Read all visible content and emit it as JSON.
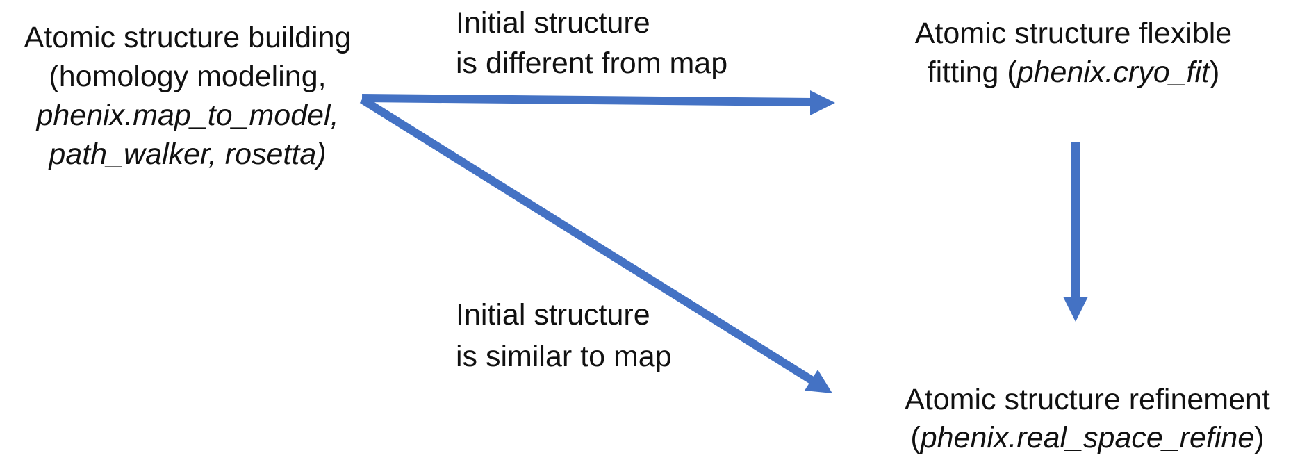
{
  "colors": {
    "arrow": "#4472C4",
    "text": "#111111",
    "background": "#ffffff"
  },
  "nodes": {
    "building": {
      "line1": "Atomic structure building",
      "line2": "(homology modeling,",
      "line3": "phenix.map_to_model,",
      "line4": "path_walker, rosetta)"
    },
    "fitting": {
      "line1": "Atomic structure flexible",
      "line2_pre": "fitting (",
      "line2_italic": "phenix.cryo_fit",
      "line2_post": ")"
    },
    "refinement": {
      "line1": "Atomic structure refinement",
      "line2_pre": "(",
      "line2_italic": "phenix.real_space_refine",
      "line2_post": ")"
    }
  },
  "edge_labels": {
    "different": {
      "line1": "Initial structure",
      "line2": "is different from map"
    },
    "similar": {
      "line1": "Initial structure",
      "line2": "is similar to map"
    }
  }
}
